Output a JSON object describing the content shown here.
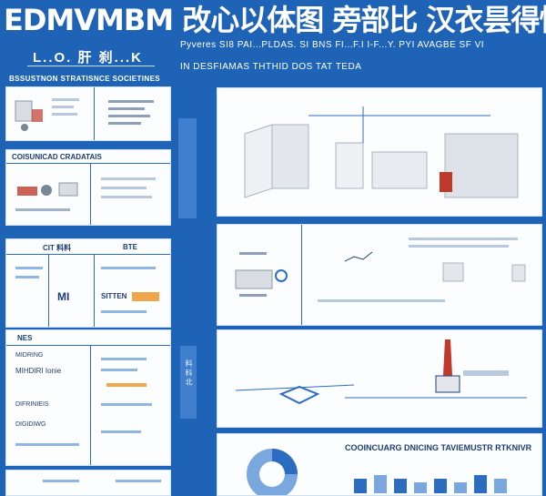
{
  "header": {
    "title": "EDMVMBM 改心以体图 旁部比 汉衣昙得性",
    "subtitle": "L..O. 肝 刹...K",
    "tagline_1": "Pyveres SI8 PAI...PLDAS. SI BNS FI...F.I I-F...Y. PYI AVAGBE SF VI",
    "tagline_2": "IN DESFIAMAS THTHID DOS TAT TEDA",
    "section_label": "BSSUSTNON STRATISNCE SOCIETINES"
  },
  "left_panels": [
    {
      "label": "",
      "lines": [
        "",
        "",
        ""
      ]
    },
    {
      "label": "COISUNICAD CRADATAIS",
      "lines": []
    },
    {
      "label": "CIT 料料",
      "extra": "BTE",
      "big": "MI",
      "small": "SITTEN"
    },
    {
      "label": "NES",
      "lines": [
        "MIDRING",
        "MIHDIRI Ionie",
        "DIFRINIEIS",
        "DIGIDIWG"
      ]
    },
    {
      "label": "",
      "lines": []
    }
  ],
  "right_panels": {
    "bottom_title": "COOINCUARG DNICING TAVIEMUSTR RTKNIVR"
  },
  "colors": {
    "background": "#1f63b7",
    "panel": "#fbfdff",
    "accent_blue": "#2c6dc2",
    "accent_orange": "#f0a64a",
    "accent_red": "#c0392b"
  },
  "chart_data": {
    "type": "bar",
    "categories": [
      "",
      "",
      "",
      "",
      "",
      "",
      "",
      ""
    ],
    "values": [
      4,
      5,
      4,
      3,
      4,
      3,
      5,
      4
    ],
    "ylim": [
      0,
      6
    ]
  }
}
